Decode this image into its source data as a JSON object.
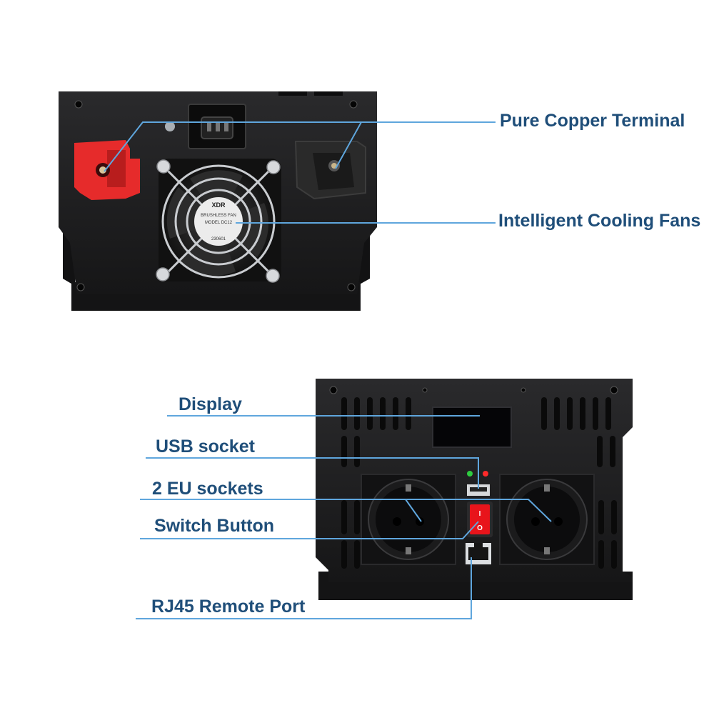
{
  "colors": {
    "label_text": "#1f4e79",
    "leader_line": "#5fa6dd",
    "chassis": "#1c1c1e",
    "terminal_red": "#e62b2b",
    "terminal_black": "#2a2a2a",
    "led_green": "#2ecc40",
    "led_red": "#ff2a2a",
    "rocker_red": "#e8141b"
  },
  "rear_panel": {
    "labels": {
      "terminal": "Pure Copper Terminal",
      "fans": "Intelligent Cooling Fans"
    },
    "fan_sticker": {
      "brand": "XDR",
      "line1": "BRUSHLESS FAN",
      "line2": "MODEL DC12",
      "line3": "230601"
    }
  },
  "front_panel": {
    "labels": {
      "display": "Display",
      "usb": "USB socket",
      "eu_sockets": "2 EU sockets",
      "switch": "Switch Button",
      "rj45": "RJ45 Remote Port"
    },
    "switch_marks": {
      "on": "I",
      "off": "O"
    }
  }
}
